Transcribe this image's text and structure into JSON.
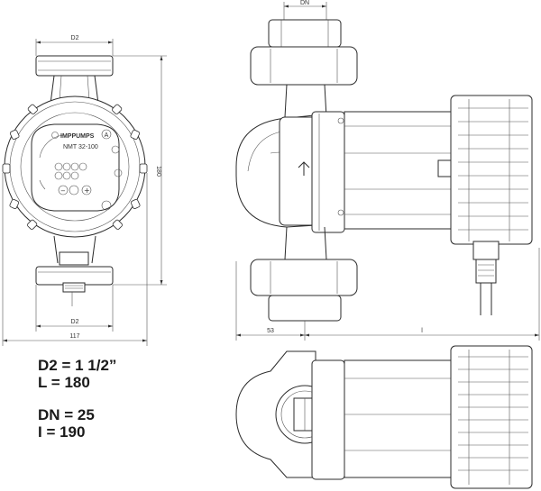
{
  "dimensions": {
    "d2_top": "D2",
    "d2_bottom": "D2",
    "width_117": "117",
    "height_180": "180",
    "dn_top": "DN",
    "dim_53": "53",
    "dim_l": "l"
  },
  "pump_face": {
    "brand": "IMPPUMPS",
    "model": "NMT 32-100",
    "badge": "A"
  },
  "specs": {
    "d2": "D2 = 1 1/2”",
    "L": "L = 180",
    "dn": "DN = 25",
    "l": "I = 190"
  }
}
